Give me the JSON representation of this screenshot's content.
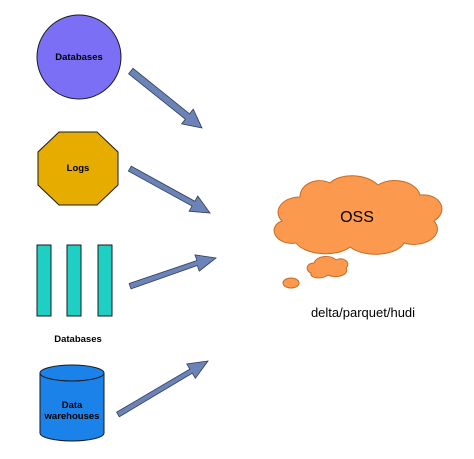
{
  "sources": {
    "databases_circle": {
      "label": "Databases",
      "color": "#7b70f5"
    },
    "logs_octagon": {
      "label": "Logs",
      "color": "#e6ac00"
    },
    "databases_bars": {
      "label": "Databases",
      "color": "#1fcfc3"
    },
    "data_warehouses": {
      "label_line1": "Data",
      "label_line2": "warehouses",
      "color": "#1a82e8"
    }
  },
  "target": {
    "label": "OSS",
    "caption": "delta/parquet/hudi",
    "color": "#fb9a4e"
  },
  "arrow_color": "#6b83b6"
}
